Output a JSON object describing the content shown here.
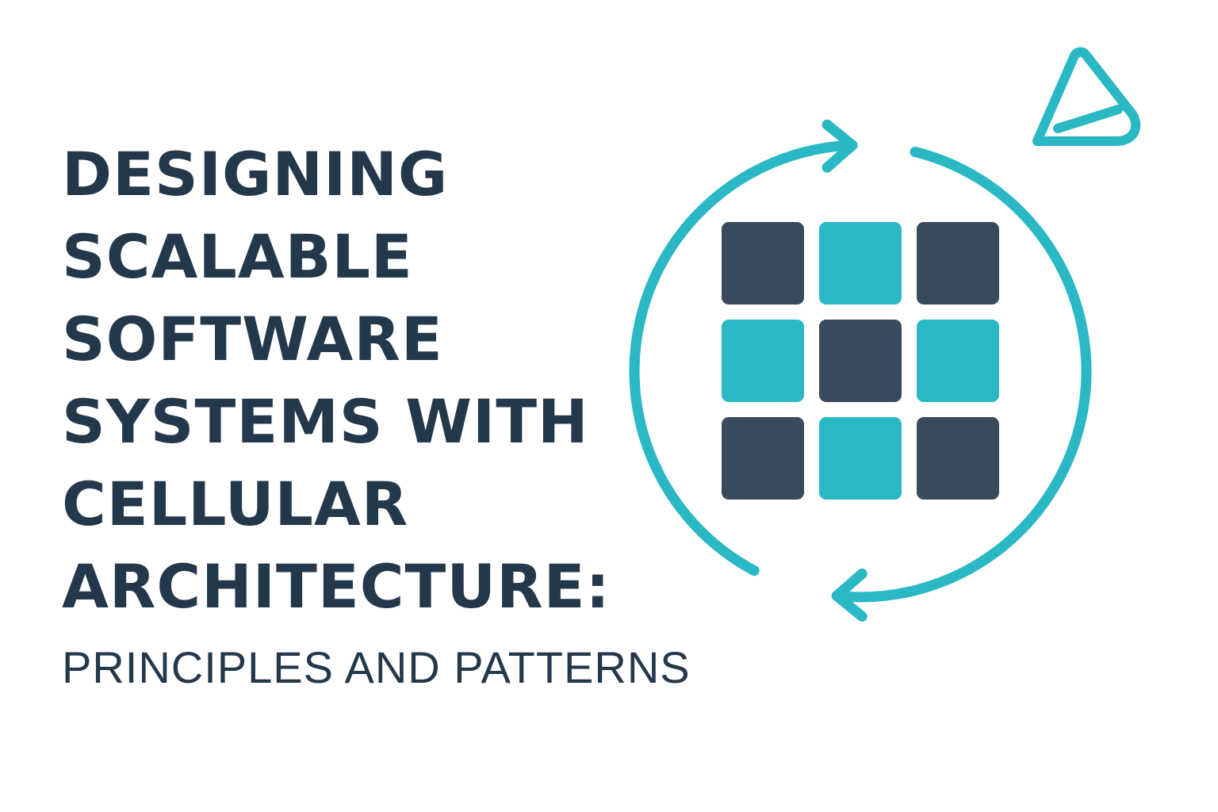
{
  "title": {
    "lines": [
      "DESIGNING",
      "SCALABLE",
      "SOFTWARE",
      "SYSTEMS WITH",
      "CELLULAR",
      "ARCHITECTURE:"
    ],
    "subtitle": "PRINCIPLES AND PATTERNS"
  },
  "colors": {
    "text": "#24384C",
    "teal": "#29B8C4",
    "dark_cell": "#384A5C",
    "background": "#FFFFFF"
  },
  "illustration": {
    "icons": [
      "circular-arrows-icon",
      "cell-grid-icon"
    ],
    "grid": {
      "rows": 3,
      "cols": 3,
      "pattern": [
        [
          "dark",
          "teal",
          "dark"
        ],
        [
          "teal",
          "dark",
          "teal"
        ],
        [
          "dark",
          "teal",
          "dark"
        ]
      ]
    }
  },
  "logo": {
    "icon": "triangle-logo-icon"
  }
}
